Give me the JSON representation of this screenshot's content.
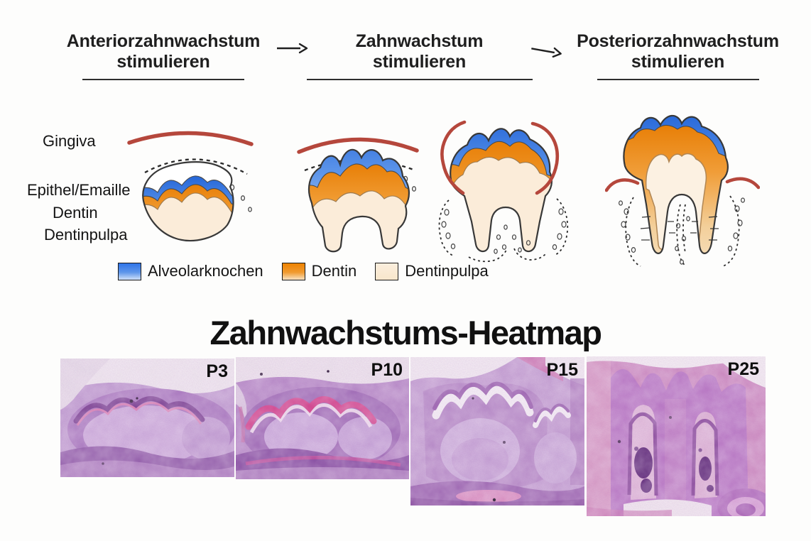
{
  "header": {
    "stages": [
      {
        "title": "Anteriorzahnwachstum",
        "subtitle": "stimulieren"
      },
      {
        "title": "Zahnwachstum",
        "subtitle": "stimulieren"
      },
      {
        "title": "Posteriorzahnwachstum",
        "subtitle": "stimulieren"
      }
    ]
  },
  "diagram": {
    "labels": {
      "gingiva": "Gingiva",
      "epithel": "Epithel/Emaille",
      "dentin": "Dentin",
      "dentinpulpa": "Dentinpulpa"
    },
    "colors": {
      "gingiva_red": "#b5473c",
      "alveolar_blue": "#2f74e8",
      "dentin_orange": "#ee8200",
      "pulp_cream": "#fbecd9",
      "outline": "#383838"
    }
  },
  "legend": {
    "items": [
      {
        "label": "Alveolarknochen",
        "color": "#2f74e8"
      },
      {
        "label": "Dentin",
        "color": "#ee8200"
      },
      {
        "label": "Dentinpulpa",
        "color": "#fbecd9"
      }
    ]
  },
  "heatmap": {
    "title": "Zahnwachstums-Heatmap",
    "panels": [
      {
        "label": "P3"
      },
      {
        "label": "P10"
      },
      {
        "label": "P15"
      },
      {
        "label": "P25"
      }
    ]
  }
}
